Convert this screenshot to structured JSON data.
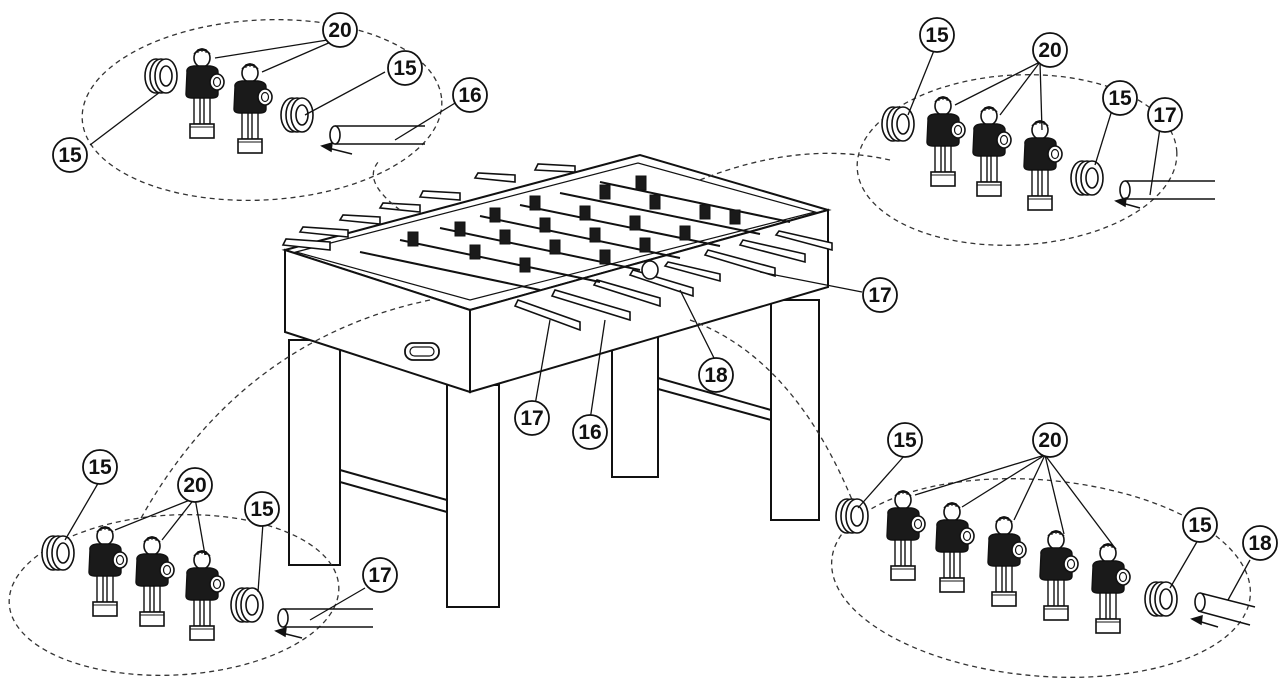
{
  "diagram": {
    "type": "exploded-assembly",
    "subject": "foosball table",
    "labels": {
      "c15": "15",
      "c16": "16",
      "c17": "17",
      "c18": "18",
      "c20": "20"
    },
    "groups": [
      {
        "id": "group-top-left",
        "rod": "16",
        "players": 2
      },
      {
        "id": "group-top-right",
        "rod": "17",
        "players": 3
      },
      {
        "id": "group-bottom-left",
        "rod": "17",
        "players": 3
      },
      {
        "id": "group-bottom-right",
        "rod": "18",
        "players": 5
      }
    ],
    "line_color": "#111111",
    "paper_color": "#ffffff"
  }
}
